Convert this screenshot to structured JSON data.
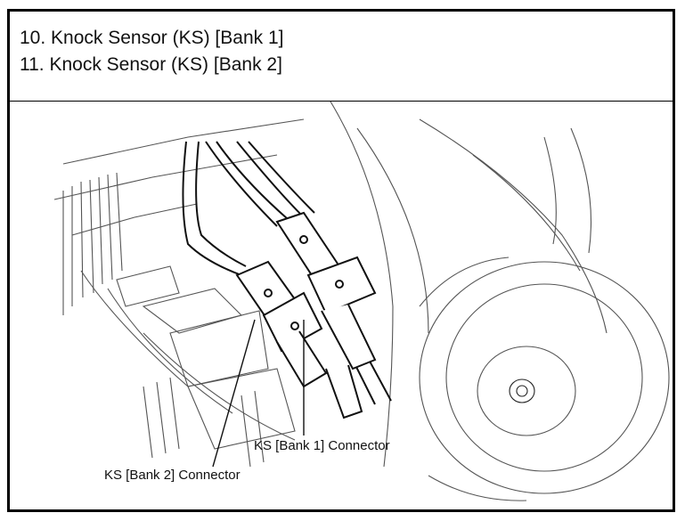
{
  "header": {
    "line1": "10. Knock Sensor (KS) [Bank 1]",
    "line2": "11. Knock Sensor (KS) [Bank 2]"
  },
  "callouts": {
    "bank1_connector": "KS [Bank 1] Connector",
    "bank2_connector": "KS [Bank 2] Connector"
  }
}
